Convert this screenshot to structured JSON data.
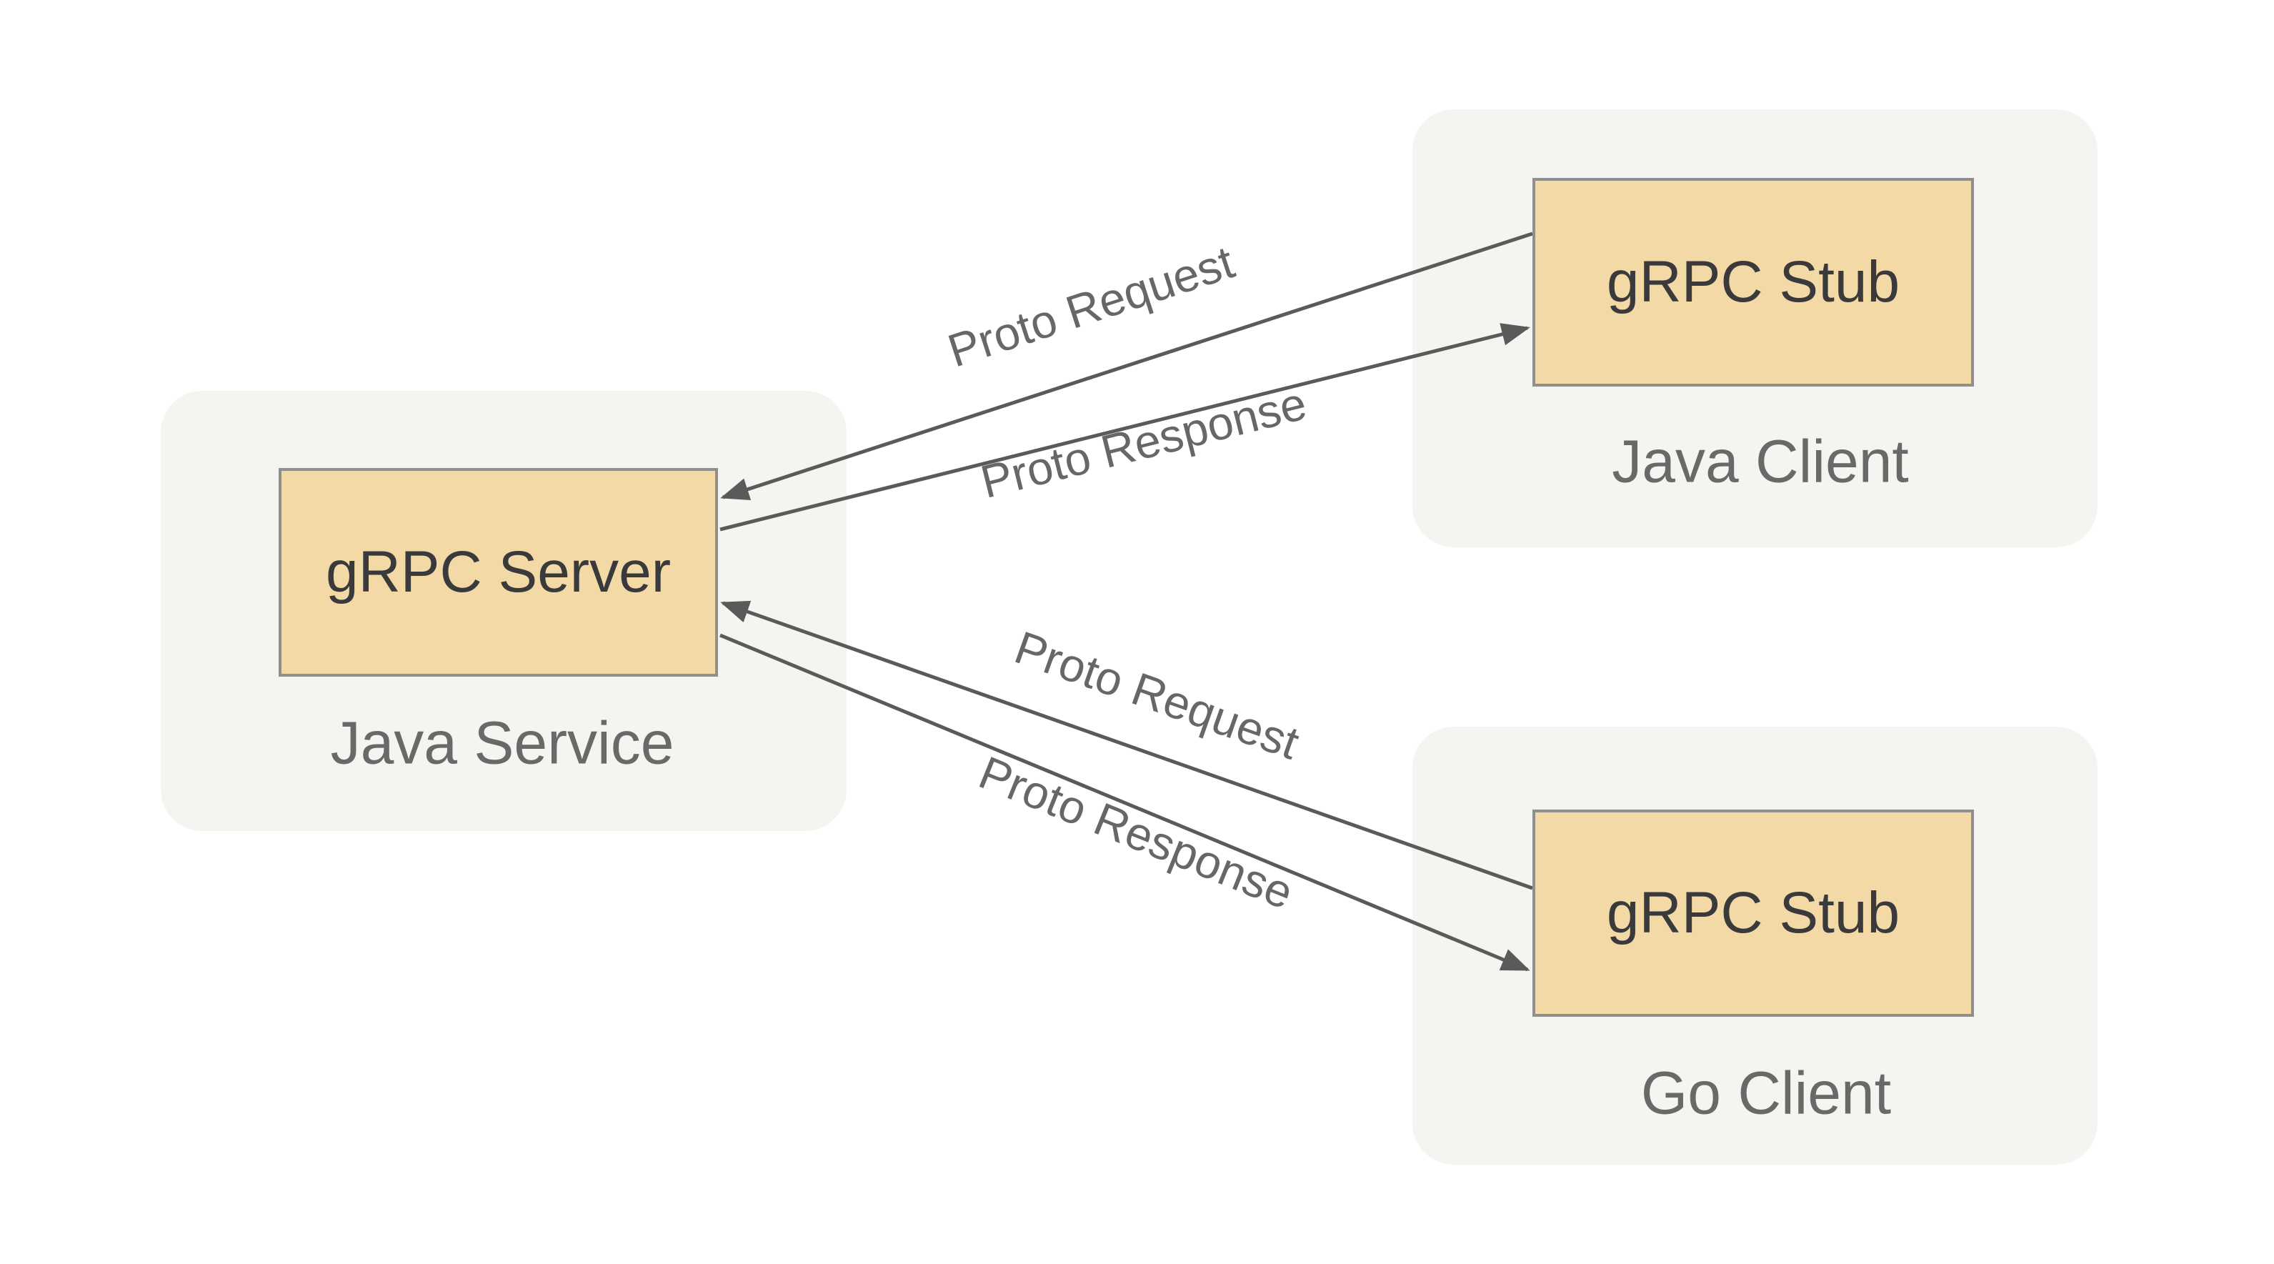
{
  "colors": {
    "canvas_bg": "#ffffff",
    "group_bg": "#f4f4f0",
    "node_fill": "#f3d9a5",
    "node_border": "#8f8f8f",
    "node_text": "#3a3a3c",
    "group_label_text": "#696969",
    "edge_line": "#5a5a5a",
    "edge_label_text": "#676767"
  },
  "groups": {
    "java_service": {
      "label": "Java Service",
      "node": "gRPC Server"
    },
    "java_client": {
      "label": "Java Client",
      "node": "gRPC Stub"
    },
    "go_client": {
      "label": "Go Client",
      "node": "gRPC Stub"
    }
  },
  "edges": {
    "java_request": {
      "label": "Proto Request",
      "from": "gRPC Stub (Java Client)",
      "to": "gRPC Server"
    },
    "java_response": {
      "label": "Proto Response",
      "from": "gRPC Server",
      "to": "gRPC Stub (Java Client)"
    },
    "go_request": {
      "label": "Proto Request",
      "from": "gRPC Stub (Go Client)",
      "to": "gRPC Server"
    },
    "go_response": {
      "label": "Proto Response",
      "from": "gRPC Server",
      "to": "gRPC Stub (Go Client)"
    }
  }
}
